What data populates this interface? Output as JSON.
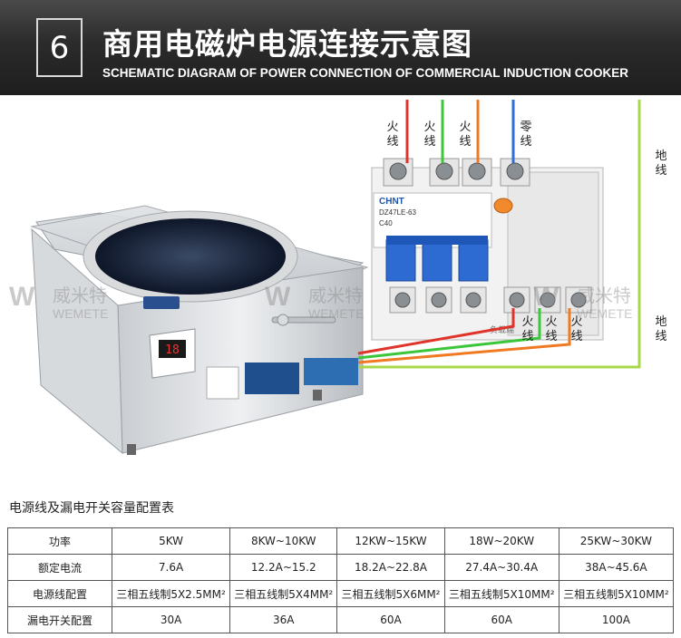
{
  "header": {
    "number": "6",
    "title_cn": "商用电磁炉电源连接示意图",
    "title_en": "SCHEMATIC DIAGRAM OF POWER CONNECTION OF COMMERCIAL INDUCTION COOKER"
  },
  "watermark": {
    "cn": "威米特",
    "en": "WEMETE"
  },
  "breaker": {
    "brand": "CHNT",
    "model": "DZ47LE-63",
    "rating": "C40",
    "side_label": "负载端"
  },
  "stove": {
    "display": "18"
  },
  "wire_labels": {
    "top": [
      "火线",
      "火线",
      "火线",
      "零线"
    ],
    "ground_top": "地线",
    "bottom": [
      "火线",
      "火线",
      "火线"
    ],
    "ground_bottom": "地线"
  },
  "wire_colors": {
    "red": "#e0342b",
    "green": "#3cc63c",
    "orange": "#f07a22",
    "blue": "#2e6fd6",
    "ground": "#a8d84a"
  },
  "table": {
    "title": "电源线及漏电开关容量配置表",
    "rows": [
      {
        "label": "功率",
        "cells": [
          "5KW",
          "8KW~10KW",
          "12KW~15KW",
          "18W~20KW",
          "25KW~30KW"
        ]
      },
      {
        "label": "额定电流",
        "cells": [
          "7.6A",
          "12.2A~15.2",
          "18.2A~22.8A",
          "27.4A~30.4A",
          "38A~45.6A"
        ]
      },
      {
        "label": "电源线配置",
        "cells": [
          "三相五线制5X2.5MM²",
          "三相五线制5X4MM²",
          "三相五线制5X6MM²",
          "三相五线制5X10MM²",
          "三相五线制5X10MM²"
        ]
      },
      {
        "label": "漏电开关配置",
        "cells": [
          "30A",
          "36A",
          "60A",
          "60A",
          "100A"
        ]
      }
    ]
  }
}
